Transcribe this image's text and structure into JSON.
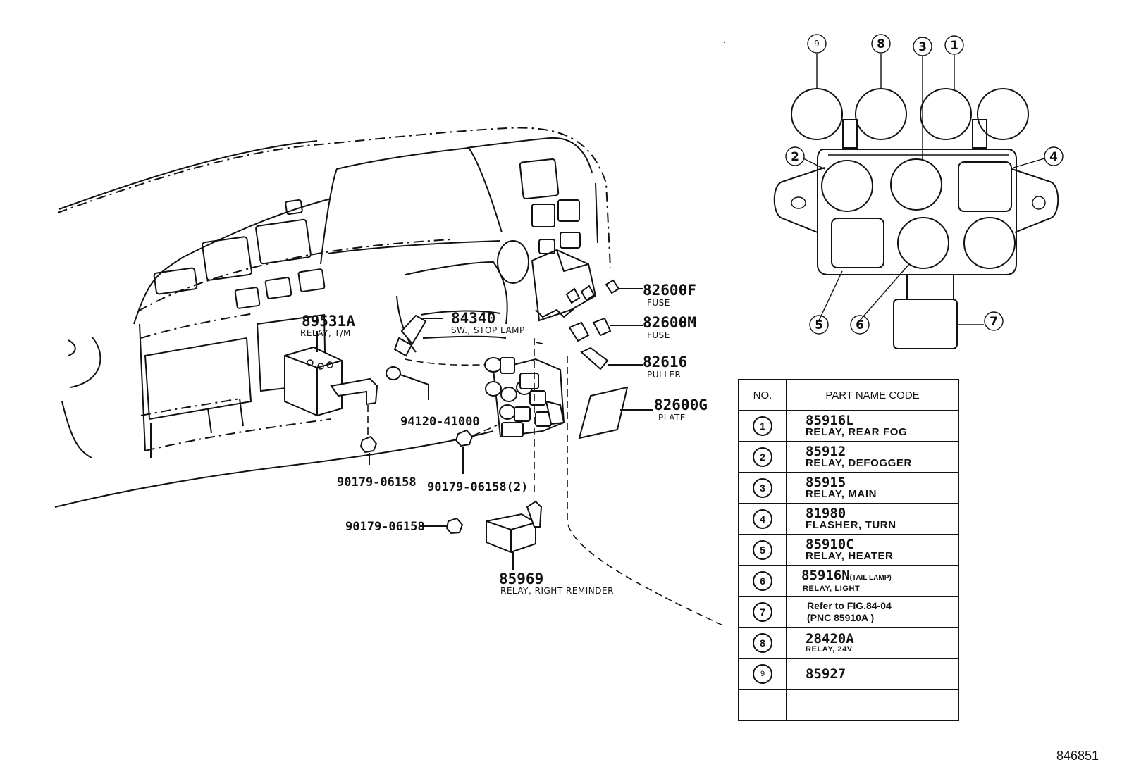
{
  "callouts": {
    "fuse_f": {
      "code": "82600F",
      "name": "FUSE"
    },
    "fuse_m": {
      "code": "82600M",
      "name": "FUSE"
    },
    "puller": {
      "code": "82616",
      "name": "PULLER"
    },
    "plate": {
      "code": "82600G",
      "name": "PLATE"
    },
    "relay_tm": {
      "code": "89531A",
      "name": "RELAY, T/M"
    },
    "stop_lamp_sw": {
      "code": "84340",
      "name": "SW., STOP LAMP"
    },
    "clip": {
      "code": "94120-41000"
    },
    "nut_left": {
      "code": "90179-06158"
    },
    "nut_center": {
      "code": "90179-06158(2)"
    },
    "nut_lower": {
      "code": "90179-06158"
    },
    "relay_reminder": {
      "code": "85969",
      "name": "RELAY, RIGHT REMINDER"
    }
  },
  "relay_block_labels": [
    "9",
    "8",
    "3",
    "1",
    "2",
    "4",
    "5",
    "6",
    "7"
  ],
  "table": {
    "headers": {
      "no": "NO.",
      "part": "PART NAME CODE"
    },
    "rows": [
      {
        "no": "1",
        "code": "85916L",
        "name": "RELAY, REAR FOG"
      },
      {
        "no": "2",
        "code": "85912",
        "name": "RELAY, DEFOGGER"
      },
      {
        "no": "3",
        "code": "85915",
        "name": "RELAY, MAIN"
      },
      {
        "no": "4",
        "code": "81980",
        "name": "FLASHER, TURN"
      },
      {
        "no": "5",
        "code": "85910C",
        "name": "RELAY, HEATER"
      },
      {
        "no": "6",
        "code": "85916N",
        "note": "(TAIL LAMP)",
        "name": "RELAY, LIGHT"
      },
      {
        "no": "7",
        "ref1": "Refer to FIG.84-04",
        "ref2": "(PNC 85910A )"
      },
      {
        "no": "8",
        "code": "28420A",
        "name": "RELAY, 24V"
      },
      {
        "no": "9",
        "code": "85927"
      },
      {
        "no": ""
      }
    ]
  },
  "figure_id": "846851"
}
